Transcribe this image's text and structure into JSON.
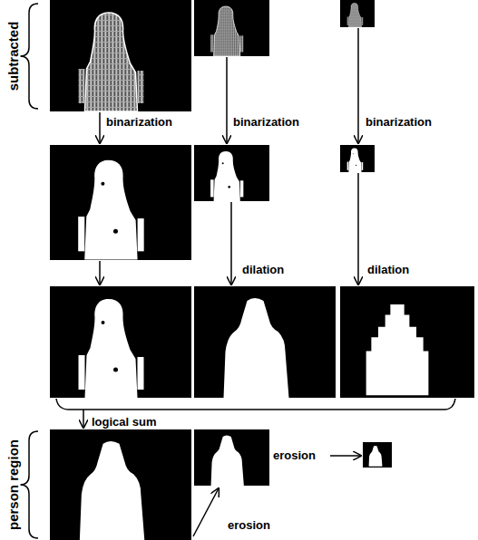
{
  "diagram": {
    "labels": [
      "subtracted",
      "binarization",
      "binarization",
      "binarization",
      "dilation",
      "dilation",
      "logical sum",
      "person region",
      "erosion",
      "erosion"
    ]
  }
}
